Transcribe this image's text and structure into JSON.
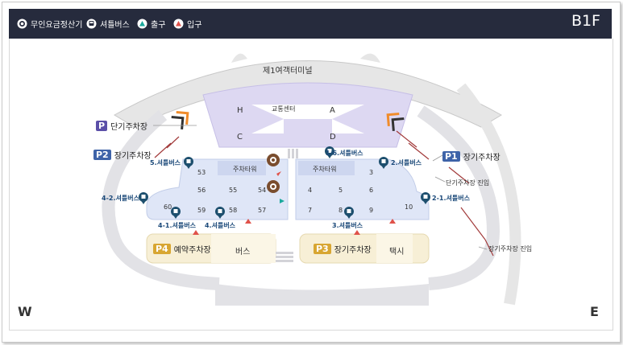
{
  "header": {
    "floor": "B1F",
    "legend": [
      {
        "icon": "payment-machine-icon",
        "label": "무인요금정산기"
      },
      {
        "icon": "shuttle-bus-icon",
        "label": "셔틀버스"
      },
      {
        "icon": "exit-icon",
        "label": "출구",
        "color": "#1aa99c"
      },
      {
        "icon": "entrance-icon",
        "label": "입구",
        "color": "#e0524a"
      }
    ]
  },
  "map": {
    "terminal": "제1여객터미널",
    "transport_center": "교통센터",
    "zones": {
      "h": "H",
      "a": "A",
      "c": "C",
      "d": "D"
    },
    "parking_tower_left": "주차타워",
    "parking_tower_right": "주차타워",
    "left_cells": [
      "53",
      "56",
      "55",
      "54",
      "60",
      "59",
      "58",
      "57"
    ],
    "right_cells": [
      "3",
      "4",
      "5",
      "6",
      "7",
      "8",
      "9",
      "10"
    ],
    "lots": {
      "p_short": {
        "badge": "P",
        "label": "단기주차장",
        "color": "#5b4fa8"
      },
      "p2": {
        "badge": "P2",
        "label": "장기주차장",
        "color": "#3e63a8"
      },
      "p1": {
        "badge": "P1",
        "label": "장기주차장",
        "color": "#3e63a8"
      },
      "p4": {
        "badge": "P4",
        "label": "예약주차장",
        "color": "#d8a632"
      },
      "p3": {
        "badge": "P3",
        "label": "장기주차장",
        "color": "#d8a632"
      }
    },
    "bus_label": "버스",
    "taxi_label": "택시",
    "bus_stops": {
      "s5": "5.셔틀버스",
      "s16": "1/6.셔틀버스",
      "s2": "2.셔틀버스",
      "s42": "4-2.셔틀버스",
      "s21": "2-1.셔틀버스",
      "s41": "4-1.셔틀버스",
      "s4": "4.셔틀버스",
      "s3": "3.셔틀버스"
    },
    "short_term_entry": "단기주차장 진입",
    "long_term_entry": "장기주차장 진입",
    "compass_w": "W",
    "compass_e": "E"
  }
}
